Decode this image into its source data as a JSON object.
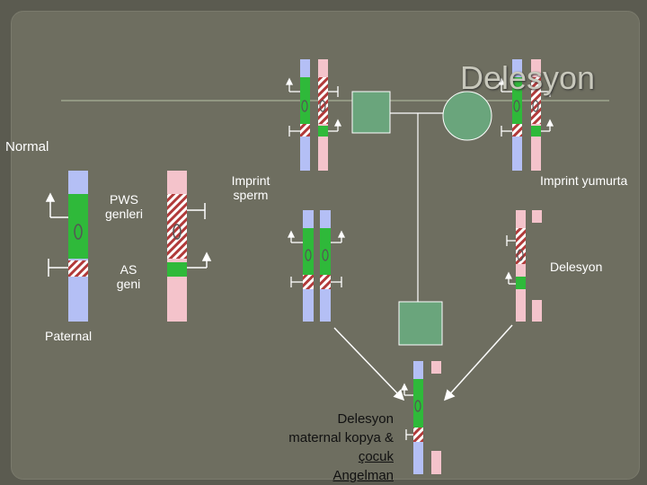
{
  "title": "Delesyon",
  "labels": {
    "normal": "Normal",
    "pws_line1": "PWS",
    "pws_line2": "genleri",
    "as_line1": "AS",
    "as_line2": "geni",
    "paternal": "Paternal",
    "imprint_sperm_line1": "Imprint",
    "imprint_sperm_line2": "sperm",
    "imprint_egg": "Imprint yumurta",
    "deletion": "Delesyon",
    "child_line1": "Delesyon",
    "child_line2": "maternal kopya &",
    "child_line3": "çocuk",
    "child_line4": "Angelman"
  },
  "colors": {
    "paternal_chromosome": "#b4bff5",
    "maternal_chromosome": "#f4c3cb",
    "active_gene": "#2fb93a",
    "imprinted_gene": "#b13a3a",
    "male_symbol": "#6aa57c",
    "female_symbol": "#6aa57c",
    "title_text": "#c8c8bc"
  }
}
